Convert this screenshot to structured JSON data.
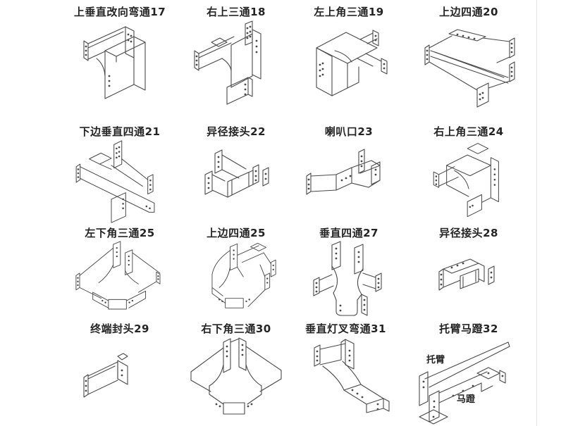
{
  "page": {
    "background": "#ffffff",
    "line_color": "#4a4a4a",
    "text_color": "#242424"
  },
  "cells": [
    {
      "id": "17",
      "label": "上垂直改向弯通17",
      "figure": "upper-vertical-redirect-bend"
    },
    {
      "id": "18",
      "label": "右上三通18",
      "figure": "right-up-tee"
    },
    {
      "id": "19",
      "label": "左上角三通19",
      "figure": "left-upper-corner-tee"
    },
    {
      "id": "20",
      "label": "上边四通20",
      "figure": "top-edge-cross"
    },
    {
      "id": "21",
      "label": "下边垂直四通21",
      "figure": "bottom-vertical-cross"
    },
    {
      "id": "22",
      "label": "异径接头22",
      "figure": "reducer-joint"
    },
    {
      "id": "23",
      "label": "喇叭口23",
      "figure": "bell-mouth"
    },
    {
      "id": "24",
      "label": "右上角三通24",
      "figure": "right-upper-corner-tee"
    },
    {
      "id": "25",
      "label": "左下角三通25",
      "figure": "left-lower-corner-tee"
    },
    {
      "id": "26",
      "label": "上边四通25",
      "figure": "top-edge-cross-2"
    },
    {
      "id": "27",
      "label": "垂直四通27",
      "figure": "vertical-cross"
    },
    {
      "id": "28",
      "label": "异径接头28",
      "figure": "reducer-joint-2"
    },
    {
      "id": "29",
      "label": "终端封头29",
      "figure": "end-cap"
    },
    {
      "id": "30",
      "label": "右下角三通30",
      "figure": "right-lower-corner-tee"
    },
    {
      "id": "31",
      "label": "垂直灯叉弯通31",
      "figure": "vertical-lamp-fork-bend"
    },
    {
      "id": "32",
      "label": "托臂马蹬32",
      "figure": "bracket-arm-stirrup",
      "annotations": {
        "arm": "托臂",
        "stirrup": "马蹬"
      }
    }
  ]
}
